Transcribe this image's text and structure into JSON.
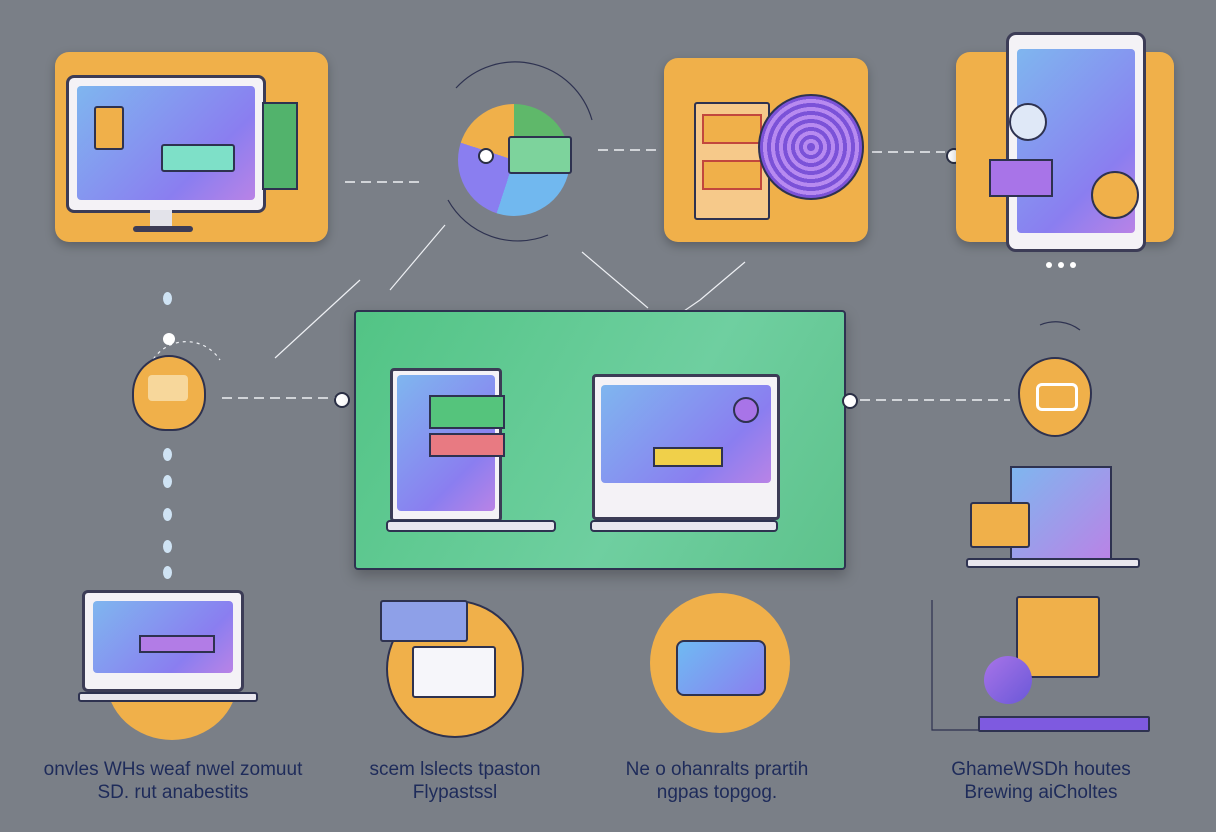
{
  "captions": {
    "c1_line1": "onvles WHs weaf nwel zomuut",
    "c1_line2": "SD. rut anabestits",
    "c2_line1": "scem lslects tpaston",
    "c2_line2": "Flypastssl",
    "c3_line1": "Ne o ohanralts prartih",
    "c3_line2": "ngpas topgog.",
    "c4_line1": "GhameWSDh houtes",
    "c4_line2": "Brewing aiCholtes"
  },
  "colors": {
    "background": "#7a7f87",
    "orange": "#f0b04a",
    "green": "#63c88c",
    "purple": "#8a62d8",
    "caption": "#1e2b5a"
  },
  "icons": [
    "monitor-icon",
    "pie-icon",
    "document-spiral-icon",
    "phone-icon",
    "badge-icon",
    "laptop-icon",
    "shield-badge-icon",
    "tablet-icon",
    "camera-icon",
    "browser-icon"
  ]
}
